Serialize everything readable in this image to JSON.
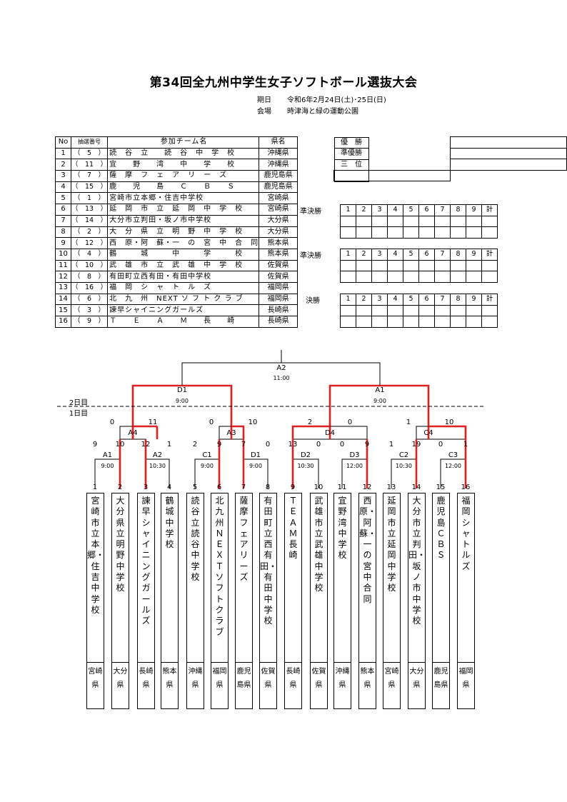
{
  "title": "第34回全九州中学生女子ソフトボール選抜大会",
  "meta": {
    "date_label": "期日",
    "date_value": "令和6年2月24日(土)･25日(日)",
    "venue_label": "会場",
    "venue_value": "時津海と緑の運動公園"
  },
  "team_table": {
    "headers": [
      "No",
      "抽選番号",
      "参加チーム名",
      "県名"
    ],
    "rows": [
      {
        "no": "1",
        "lot": "（　5　）",
        "name": "読　谷　立　　読　谷　中　学　校",
        "pref": "沖縄県"
      },
      {
        "no": "2",
        "lot": "（　11　）",
        "name": "宜　　野　　湾　　中　　学　　校",
        "pref": "沖縄県"
      },
      {
        "no": "3",
        "lot": "（　7　）",
        "name": "薩　摩　フ　ェ　ア　リ　ー　ズ",
        "pref": "鹿児島県"
      },
      {
        "no": "4",
        "lot": "（　15　）",
        "name": "鹿　　児　　島　　Ｃ　　Ｂ　　Ｓ",
        "pref": "鹿児島県"
      },
      {
        "no": "5",
        "lot": "（　1　）",
        "name": "宮崎市立本郷・住吉中学校",
        "pref": "宮崎県"
      },
      {
        "no": "6",
        "lot": "（　13　）",
        "name": "延　岡　市　立　延　岡　中　学　校",
        "pref": "宮崎県"
      },
      {
        "no": "7",
        "lot": "（　14　）",
        "name": "大分市立判田・坂ノ市中学校",
        "pref": "大分県"
      },
      {
        "no": "8",
        "lot": "（　2　）",
        "name": "大　分　県　立　明　野　中　学　校",
        "pref": "大分県"
      },
      {
        "no": "9",
        "lot": "（　12　）",
        "name": "西　原・阿　蘇・一　の　宮　中　合　同",
        "pref": "熊本県"
      },
      {
        "no": "10",
        "lot": "（　4　）",
        "name": "鶴　　　城　　　中　　　学　　　校",
        "pref": "熊本県"
      },
      {
        "no": "11",
        "lot": "（　10　）",
        "name": "武　雄　市　立　武　雄　中　学　校",
        "pref": "佐賀県"
      },
      {
        "no": "12",
        "lot": "（　8　）",
        "name": "有田町立西有田・有田中学校",
        "pref": "佐賀県"
      },
      {
        "no": "13",
        "lot": "（　16　）",
        "name": "福　岡　シ　ャ　ト　ル　ズ",
        "pref": "福岡県"
      },
      {
        "no": "14",
        "lot": "（　6　）",
        "name": "北　九　州　NEXT ソ フ ト ク ラ ブ",
        "pref": "福岡県"
      },
      {
        "no": "15",
        "lot": "（　3　）",
        "name": "諫早シャイニングガールズ",
        "pref": "長崎県"
      },
      {
        "no": "16",
        "lot": "（　9　）",
        "name": "Ｔ　　Ｅ　　Ａ　　Ｍ　　長　　崎",
        "pref": "長崎県"
      }
    ]
  },
  "results": {
    "champion": "優　勝",
    "runner_up": "準優勝",
    "third": "三　位"
  },
  "scoreboards": [
    {
      "label": "準決勝",
      "innings": [
        "1",
        "2",
        "3",
        "4",
        "5",
        "6",
        "7",
        "8",
        "9",
        "計"
      ]
    },
    {
      "label": "準決勝",
      "innings": [
        "1",
        "2",
        "3",
        "4",
        "5",
        "6",
        "7",
        "8",
        "9",
        "計"
      ]
    },
    {
      "label": "決勝",
      "innings": [
        "1",
        "2",
        "3",
        "4",
        "5",
        "6",
        "7",
        "8",
        "9",
        "計"
      ]
    }
  ],
  "bracket": {
    "day2_label": "2日目",
    "day1_label": "1日目",
    "final": {
      "id": "A2",
      "time": "11:00"
    },
    "semis": [
      {
        "id": "D1",
        "time": "9:00"
      },
      {
        "id": "A1",
        "time": "9:00"
      }
    ],
    "quarters": [
      {
        "id": "A4",
        "left_score": "0",
        "right_score": "11"
      },
      {
        "id": "A3",
        "left_score": "0",
        "right_score": "10"
      },
      {
        "id": "D4",
        "left_score": "2",
        "right_score": "0"
      },
      {
        "id": "C4",
        "left_score": "1",
        "right_score": "10"
      }
    ],
    "first_round": [
      {
        "id": "A1",
        "time": "9:00",
        "left_score": "9",
        "right_score": "10"
      },
      {
        "id": "A2",
        "time": "10:30",
        "left_score": "12",
        "right_score": "1"
      },
      {
        "id": "C1",
        "time": "9:00",
        "left_score": "2",
        "right_score": "9"
      },
      {
        "id": "D1",
        "time": "9:00",
        "left_score": "7",
        "right_score": "0"
      },
      {
        "id": "D2",
        "time": "10:30",
        "left_score": "13",
        "right_score": "0"
      },
      {
        "id": "D3",
        "time": "12:00",
        "left_score": "0",
        "right_score": "9"
      },
      {
        "id": "C2",
        "time": "10:30",
        "left_score": "1",
        "right_score": "19"
      },
      {
        "id": "C3",
        "time": "12:00",
        "left_score": "0",
        "right_score": "1"
      }
    ],
    "teams": [
      {
        "no": "1",
        "name": "宮崎市立本郷・住吉中学校",
        "pref": "宮崎県"
      },
      {
        "no": "2",
        "name": "大分県立明野中学校",
        "pref": "大分県"
      },
      {
        "no": "3",
        "name": "諫早シャイニングガールズ",
        "pref": "長崎県"
      },
      {
        "no": "4",
        "name": "鶴城中学校",
        "pref": "熊本県"
      },
      {
        "no": "5",
        "name": "読谷立読谷中学校",
        "pref": "沖縄県"
      },
      {
        "no": "6",
        "name": "北九州ＮＥＸＴソフトクラブ",
        "pref": "福岡県"
      },
      {
        "no": "7",
        "name": "薩摩フェアリーズ",
        "pref": "鹿児島県"
      },
      {
        "no": "8",
        "name": "有田町立西有田・有田中学校",
        "pref": "佐賀県"
      },
      {
        "no": "9",
        "name": "ＴＥＡＭ長崎",
        "pref": "長崎県"
      },
      {
        "no": "10",
        "name": "武雄市立武雄中学校",
        "pref": "佐賀県"
      },
      {
        "no": "11",
        "name": "宜野湾中学校",
        "pref": "沖縄県"
      },
      {
        "no": "12",
        "name": "西原・阿蘇・一の宮中合同",
        "pref": "熊本県"
      },
      {
        "no": "13",
        "name": "延岡市立延岡中学校",
        "pref": "宮崎県"
      },
      {
        "no": "14",
        "name": "大分市立判田・坂ノ市中学校",
        "pref": "大分県"
      },
      {
        "no": "15",
        "name": "鹿児島ＣＢＳ",
        "pref": "鹿児島県"
      },
      {
        "no": "16",
        "name": "福岡シャトルズ",
        "pref": "福岡県"
      }
    ]
  }
}
